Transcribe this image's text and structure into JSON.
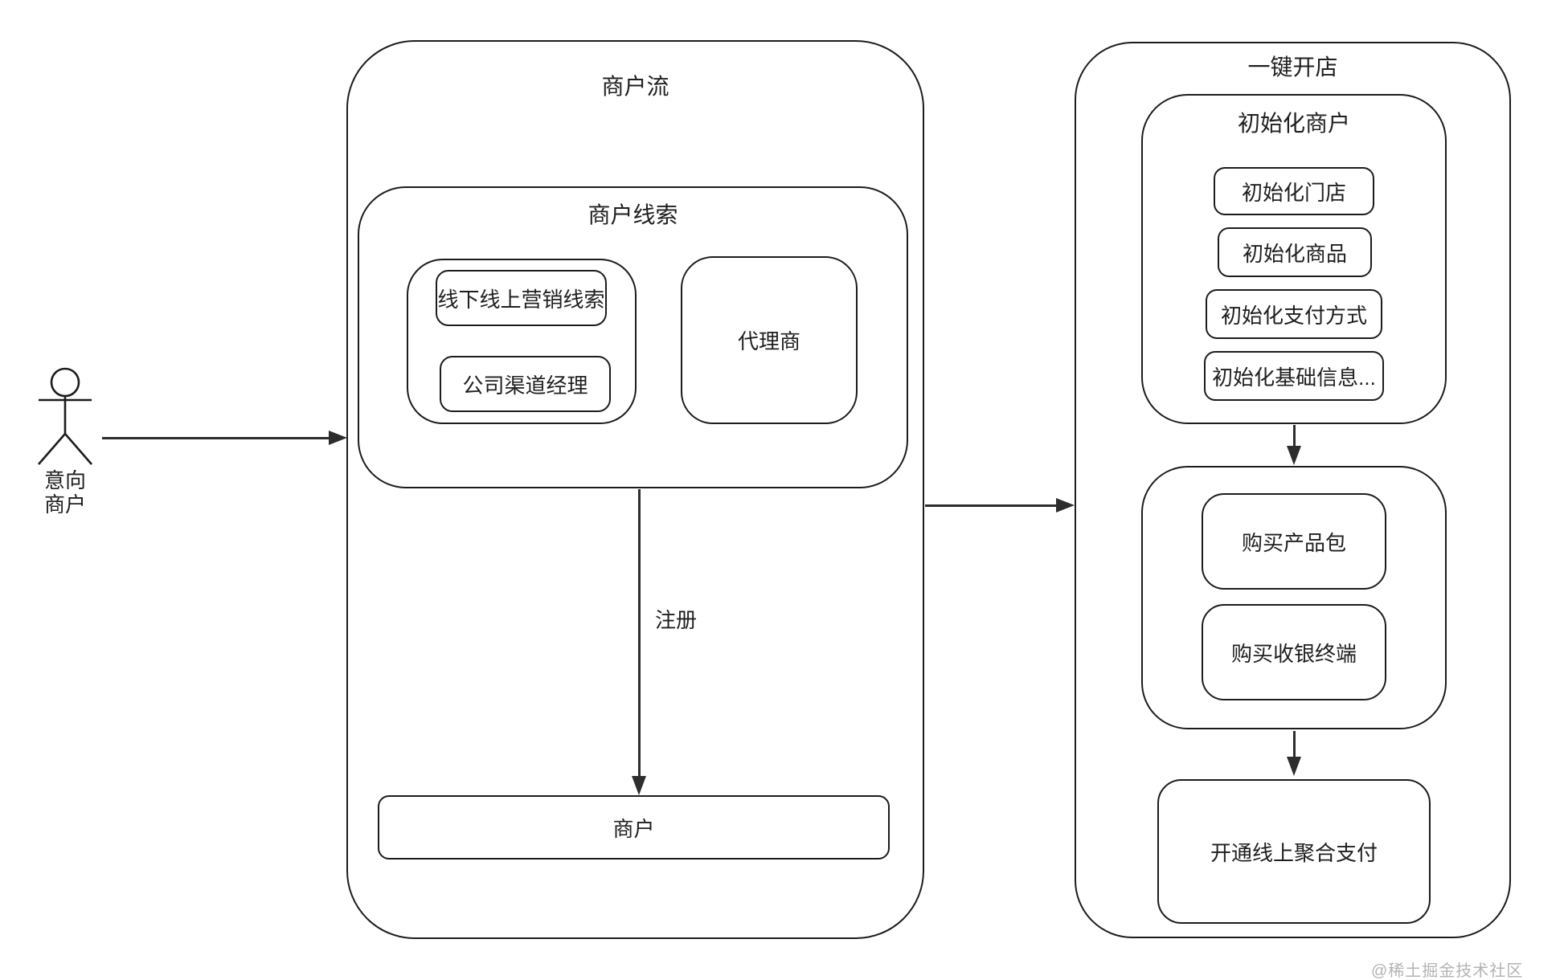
{
  "diagram": {
    "actor": {
      "label_line1": "意向",
      "label_line2": "商户"
    },
    "merchant_flow": {
      "title": "商户流",
      "merchant_leads": {
        "title": "商户线索",
        "lead_sources": [
          "线下线上营销线索",
          "公司渠道经理"
        ],
        "agent_label": "代理商"
      },
      "register_label": "注册",
      "merchant_label": "商户"
    },
    "one_click_store": {
      "title": "一键开店",
      "init_merchant": {
        "title": "初始化商户",
        "steps": [
          "初始化门店",
          "初始化商品",
          "初始化支付方式",
          "初始化基础信息..."
        ]
      },
      "purchase": {
        "items": [
          "购买产品包",
          "购买收银终端"
        ]
      },
      "open_payment_label": "开通线上聚合支付"
    },
    "watermark": "@稀土掘金技术社区"
  },
  "colors": {
    "stroke": "#1c1c1c",
    "arrow": "#2d2d2d",
    "watermark": "#b3b3b3",
    "background": "#ffffff"
  }
}
